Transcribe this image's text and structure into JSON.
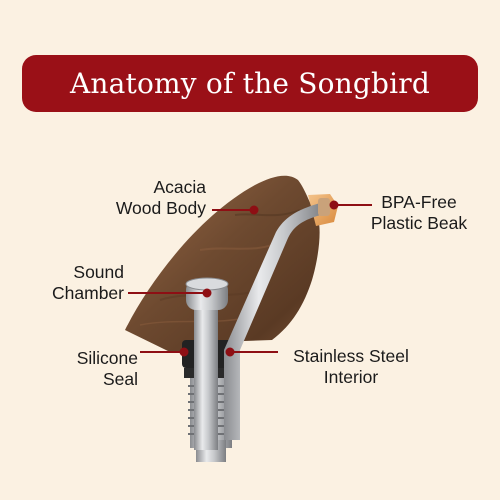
{
  "title": "Anatomy of the Songbird",
  "colors": {
    "background": "#fbf1e2",
    "banner": "#9a1017",
    "leader_line": "#8e0f14",
    "wood": "#6e4a30",
    "steel": "#c3c5c8",
    "seal": "#222222",
    "beak": "#e8a25a"
  },
  "callouts": {
    "wood_body": {
      "line1": "Acacia",
      "line2": "Wood Body"
    },
    "beak": {
      "line1": "BPA-Free",
      "line2": "Plastic Beak"
    },
    "sound_chamber": {
      "line1": "Sound",
      "line2": "Chamber"
    },
    "seal": {
      "line1": "Silicone",
      "line2": "Seal"
    },
    "interior": {
      "line1": "Stainless Steel",
      "line2": "Interior"
    }
  }
}
